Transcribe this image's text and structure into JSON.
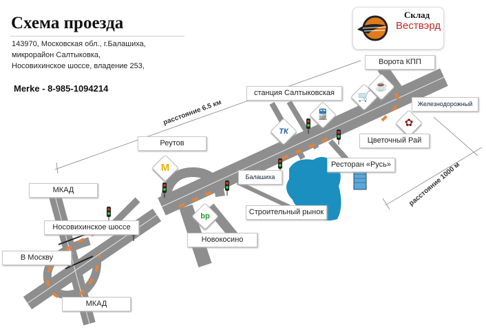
{
  "header": {
    "title": "Схема проезда",
    "address": [
      "143970, Московская обл., г.Балашиха,",
      "микрорайон Салтыковка,",
      "Носовихинское шоссе, владение 253,"
    ],
    "phone": "Merke - 8-985-1094214"
  },
  "logo": {
    "line1": "Склад",
    "line2": "Вествэрд"
  },
  "map": {
    "labels": {
      "gate": "Ворота КПП",
      "station": "станция Салтыковская",
      "zheleznodorozhny": "Железнодорожный",
      "flower": "Цветочный Рай",
      "reutov": "Реутов",
      "restaurant": "Ресторан «Русь»",
      "balashikha": "Балашиха",
      "mkad_top": "МКАД",
      "market": "Строительный рынок",
      "nosovikhinskoe": "Носовихинское шоссе",
      "novokosino": "Новокосино",
      "to_moscow": "В Москву",
      "mkad_bottom": "МКАД"
    },
    "distances": {
      "long": "расстояние 6.5 км",
      "short": "расстояние 1000 м"
    },
    "icons": [
      "shopping-cart",
      "coffee",
      "train",
      "tk",
      "flower",
      "mcdonalds",
      "bp",
      "building"
    ],
    "colors": {
      "road": "#8e8e8e",
      "marking": "#e8813a",
      "lake": "#1a8fc0"
    }
  }
}
